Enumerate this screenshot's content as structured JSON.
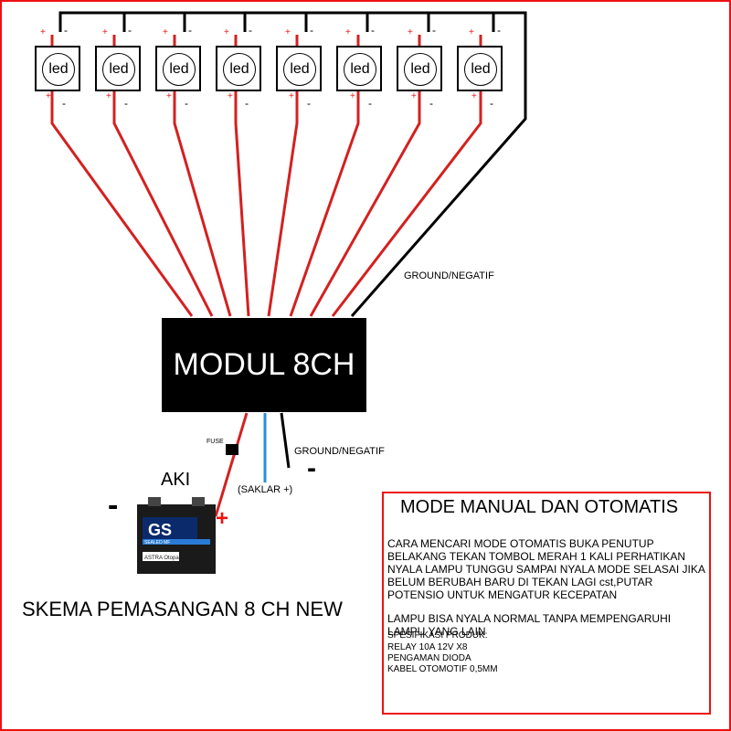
{
  "leds": [
    "led",
    "led",
    "led",
    "led",
    "led",
    "led",
    "led",
    "led"
  ],
  "led_plus_sign": "+",
  "led_minus_sign": "-",
  "module_label": "MODUL 8CH",
  "ground_top": "GROUND/NEGATIF",
  "ground_bottom": "GROUND/NEGATIF",
  "fuse_label": "FUSE",
  "saklar_label": "(SAKLAR +)",
  "aki_label": "AKI",
  "battery_minus": "-",
  "battery_plus": "+",
  "ground_minus": "-",
  "battery_brand": "GS",
  "battery_sub": "ASTRA Otoparts",
  "battery_band": "SEALED MF",
  "title": "SKEMA PEMASANGAN 8 CH NEW",
  "box": {
    "heading": "MODE MANUAL DAN OTOMATIS",
    "para1": "CARA MENCARI MODE OTOMATIS BUKA PENUTUP BELAKANG TEKAN TOMBOL MERAH 1 KALI PERHATIKAN NYALA LAMPU TUNGGU SAMPAI NYALA MODE SELASAI JIKA BELUM BERUBAH BARU DI TEKAN LAGI cst,PUTAR POTENSIO UNTUK MENGATUR KECEPATAN",
    "para2": "LAMPU BISA NYALA NORMAL TANPA MEMPENGARUHI LAMPU YANG LAIN",
    "spec_title": "SPESIFIKASI PRODUK:",
    "spec_1": "RELAY 10A 12V X8",
    "spec_2": "PENGAMAN DIODA",
    "spec_3": "KABEL OTOMOTIF 0,5MM"
  },
  "colors": {
    "wire_red": "#d42020",
    "wire_black": "#000000",
    "wire_blue": "#2a8fd6",
    "frame": "#e11111"
  }
}
